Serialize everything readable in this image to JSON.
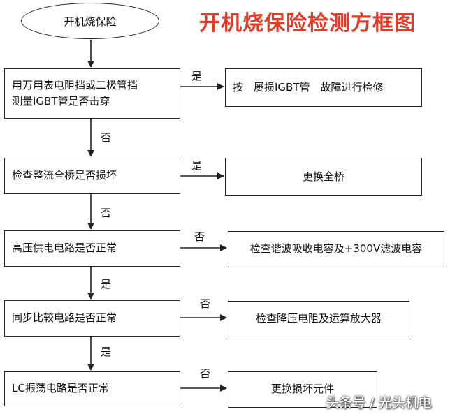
{
  "title": "开机烧保险检测方框图",
  "start": "开机烧保险",
  "steps": [
    {
      "check_lines": [
        "用万用表电阻挡或二极管挡",
        "测量IGBT管是否击穿"
      ],
      "side_label": "是",
      "action": "按　屡损IGBT管　故障进行检修",
      "down_label": "否"
    },
    {
      "check_lines": [
        "检查整流全桥是否损坏"
      ],
      "side_label": "是",
      "action": "更换全桥",
      "down_label": "否"
    },
    {
      "check_lines": [
        "高压供电电路是否正常"
      ],
      "side_label": "否",
      "action": "检查谐波吸收电容及+300V滤波电容",
      "down_label": "是"
    },
    {
      "check_lines": [
        "同步比较电路是否正常"
      ],
      "side_label": "否",
      "action": "检查降压电阻及运算放大器",
      "down_label": "是"
    },
    {
      "check_lines": [
        "LC振荡电路是否正常"
      ],
      "side_label": "否",
      "action": "更换损坏元件",
      "down_label": ""
    }
  ],
  "watermark": "头条号 / 光头机电"
}
